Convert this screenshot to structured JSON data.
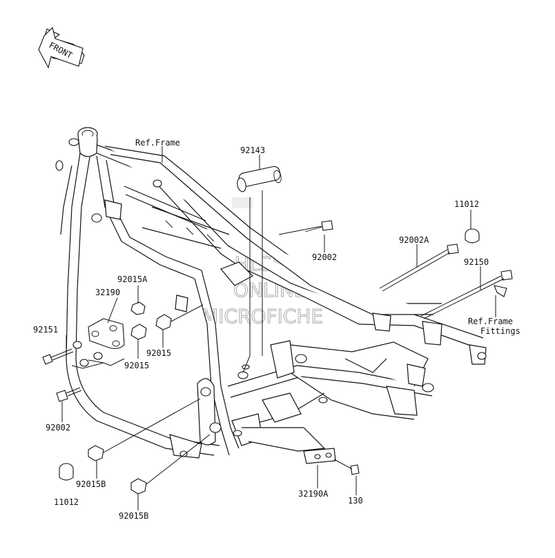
{
  "front_indicator": {
    "text": "FRONT"
  },
  "watermark": {
    "lines": [
      "HLSM'S",
      "ONLINE",
      "MICROFICHE"
    ]
  },
  "labels": {
    "ref_frame": "Ref.Frame",
    "p92143": "92143",
    "p11012_top": "11012",
    "p92002_mid": "92002",
    "p92002A": "92002A",
    "p92150": "92150",
    "ref_frame_fittings_1": "Ref.Frame",
    "ref_frame_fittings_2": "Fittings",
    "p92015A": "92015A",
    "p32190": "32190",
    "p92151": "92151",
    "p92015_right": "92015",
    "p92015_left": "92015",
    "p92002_left": "92002",
    "p92015B_mid": "92015B",
    "p11012_bottom": "11012",
    "p92015B_bottom": "92015B",
    "p32190A": "32190A",
    "p130": "130"
  }
}
